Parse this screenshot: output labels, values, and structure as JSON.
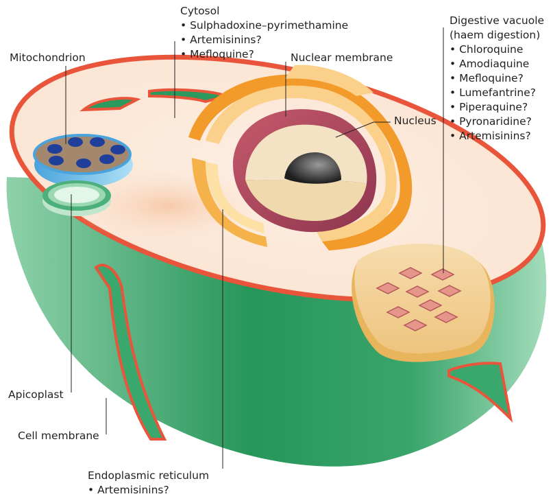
{
  "labels": {
    "cytosol": {
      "title": "Cytosol",
      "drugs": [
        "Sulphadoxine–pyrimethamine",
        "Artemisinins?",
        "Mefloquine?"
      ]
    },
    "mitochondrion": "Mitochondrion",
    "nuclear_membrane": "Nuclear membrane",
    "nucleus": "Nucleus",
    "digestive_vacuole": {
      "title": "Digestive vacuole",
      "subtitle": "(haem digestion)",
      "drugs": [
        "Chloroquine",
        "Amodiaquine",
        "Mefloquine?",
        "Lumefantrine?",
        "Piperaquine?",
        "Pyronaridine?",
        "Artemisinins?"
      ]
    },
    "apicoplast": "Apicoplast",
    "cell_membrane": "Cell membrane",
    "endoplasmic_reticulum": {
      "title": "Endoplasmic reticulum",
      "drugs": [
        "Artemisinins?"
      ]
    }
  },
  "colors": {
    "membrane_red": "#e8553a",
    "cell_green": "#2e9e63",
    "cytosol_cream": "#fbe9dc",
    "er_orange": "#f6a02e",
    "er_light": "#fcd58e",
    "nucleus_cream": "#f3e3c4",
    "nucleolus_black": "#2a2a2a",
    "mito_blue": "#5aaee0",
    "vacuole_tan": "#f2d39c",
    "crystal_pink": "#e6958a"
  }
}
